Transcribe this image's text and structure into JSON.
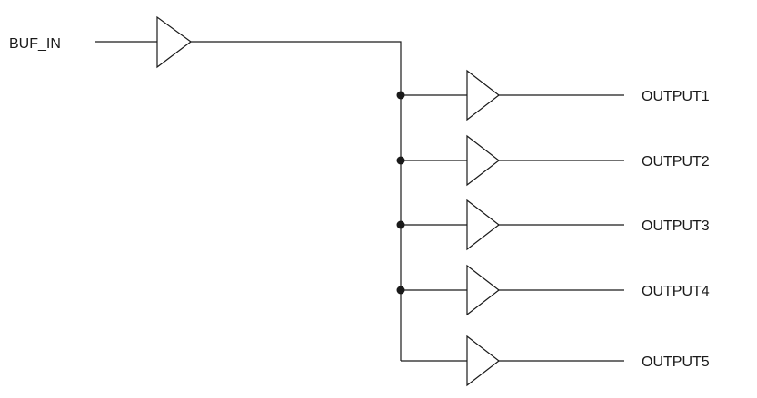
{
  "input": {
    "label": "BUF_IN"
  },
  "outputs": [
    {
      "label": "OUTPUT1",
      "junction": true
    },
    {
      "label": "OUTPUT2",
      "junction": true
    },
    {
      "label": "OUTPUT3",
      "junction": true
    },
    {
      "label": "OUTPUT4",
      "junction": true
    },
    {
      "label": "OUTPUT5",
      "junction": false
    }
  ],
  "colors": {
    "stroke": "#1a1a1a",
    "background": "#ffffff"
  }
}
